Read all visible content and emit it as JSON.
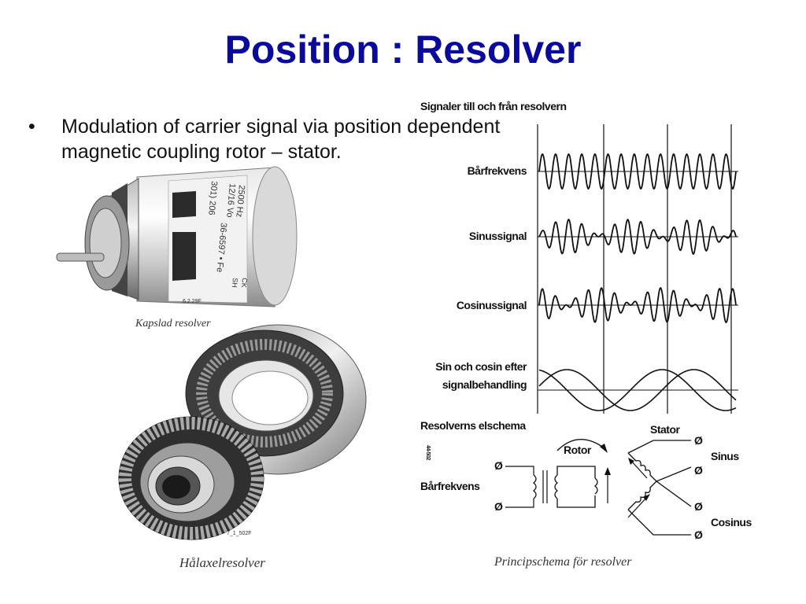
{
  "slide": {
    "title": "Position : Resolver",
    "bullet": "Modulation of carrier signal via position dependent magnetic coupling rotor – stator."
  },
  "left_images": {
    "capsule_caption": "Kapslad resolver",
    "capsule_code": "6.2.29F",
    "capsule_printed": [
      "301) 206",
      "12/16 Vo",
      "2500 Hz",
      "36-6597 • Fe",
      "SH",
      "CK"
    ],
    "hollow_caption": "Hålaxelresolver",
    "hollow_code": "7_1_502F"
  },
  "diagram": {
    "header": "Signaler till och från resolvern",
    "rows": {
      "carrier": "Bårfrekvens",
      "sine": "Sinussignal",
      "cosine": "Cosinussignal",
      "processed_line1": "Sin och cosin efter",
      "processed_line2": "signalbehandling"
    },
    "schema_header": "Resolverns elschema",
    "rotor": "Rotor",
    "stator": "Stator",
    "carrier_in": "Bårfrekvens",
    "sinus": "Sinus",
    "cosinus": "Cosinus",
    "side_code": "44-502",
    "caption": "Principschema för resolver"
  }
}
